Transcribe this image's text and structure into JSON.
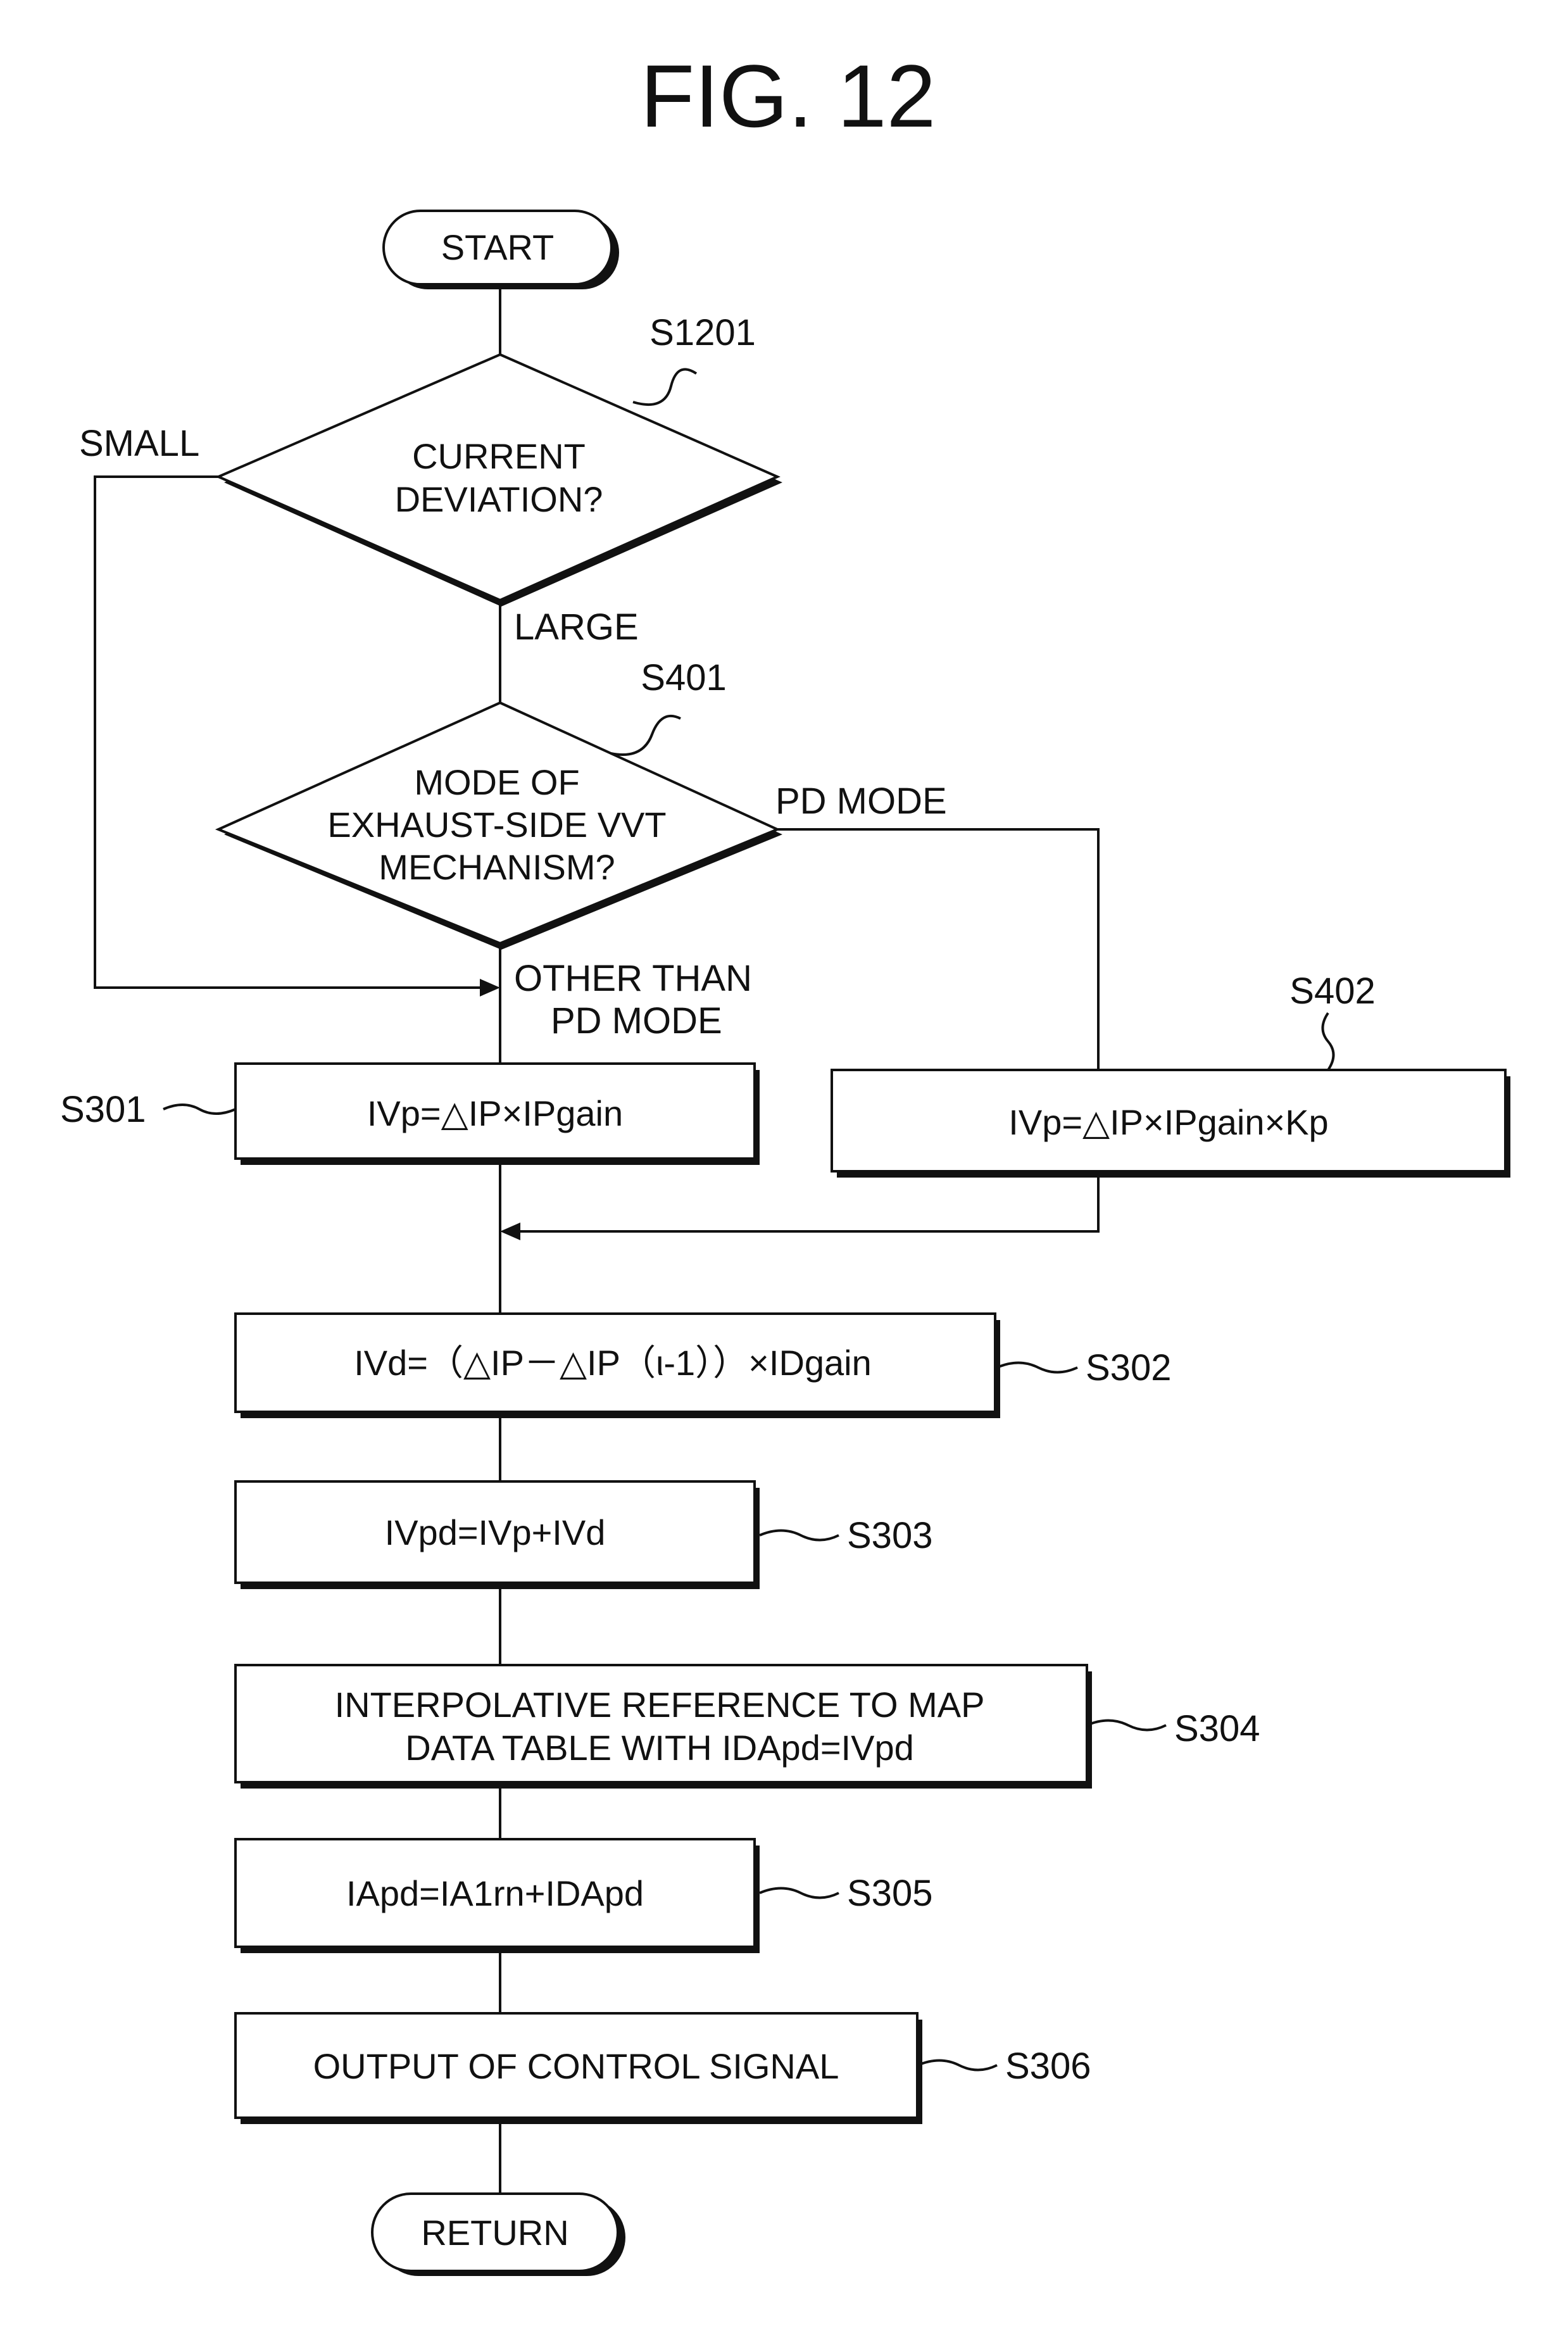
{
  "figure": {
    "title": "FIG. 12"
  },
  "terminals": {
    "start": "START",
    "return": "RETURN"
  },
  "decisions": {
    "s1201": {
      "step": "S1201",
      "line1": "CURRENT",
      "line2": "DEVIATION?",
      "branch_left": "SMALL",
      "branch_down": "LARGE"
    },
    "s401": {
      "step": "S401",
      "line1": "MODE OF",
      "line2": "EXHAUST-SIDE VVT",
      "line3": "MECHANISM?",
      "branch_right": "PD MODE",
      "branch_down_line1": "OTHER THAN",
      "branch_down_line2": "PD MODE"
    }
  },
  "processes": {
    "s301": {
      "step": "S301",
      "text": "IVp=△IP×IPgain"
    },
    "s402": {
      "step": "S402",
      "text": "IVp=△IP×IPgain×Kp"
    },
    "s302": {
      "step": "S302",
      "text": "IVd=（△IP－△IP（ι-1））×IDgain"
    },
    "s303": {
      "step": "S303",
      "text": "IVpd=IVp+IVd"
    },
    "s304": {
      "step": "S304",
      "line1": "INTERPOLATIVE REFERENCE TO MAP",
      "line2": "DATA TABLE WITH    IDApd=IVpd"
    },
    "s305": {
      "step": "S305",
      "text": "IApd=IA1rn+IDApd"
    },
    "s306": {
      "step": "S306",
      "text": "OUTPUT OF CONTROL SIGNAL"
    }
  }
}
